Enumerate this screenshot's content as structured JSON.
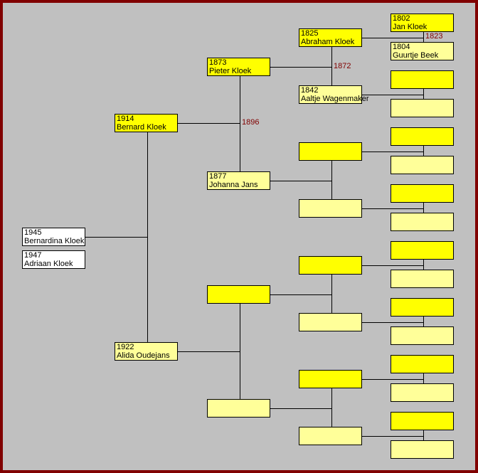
{
  "colors": {
    "father": "#ffff00",
    "mother": "#ffff99",
    "child": "#ffffff",
    "marriage_year": "#800000",
    "frame": "#800000",
    "background": "#c0c0c0"
  },
  "children": [
    {
      "year": "1945",
      "name": "Bernardina Kloek"
    },
    {
      "year": "1947",
      "name": "Adriaan Kloek"
    }
  ],
  "ancestors": {
    "gen1": [
      {
        "year": "1914",
        "name": "Bernard Kloek",
        "role": "father"
      },
      {
        "year": "1922",
        "name": "Alida Oudejans",
        "role": "mother"
      }
    ],
    "gen2": [
      {
        "year": "1873",
        "name": "Pieter Kloek",
        "role": "father"
      },
      {
        "year": "1877",
        "name": "Johanna Jans",
        "role": "mother"
      },
      {
        "year": "",
        "name": "",
        "role": "father"
      },
      {
        "year": "",
        "name": "",
        "role": "mother"
      }
    ],
    "gen3": [
      {
        "year": "1825",
        "name": "Abraham Kloek",
        "role": "father"
      },
      {
        "year": "1842",
        "name": "Aaltje Wagenmaker",
        "role": "mother"
      },
      {
        "year": "",
        "name": "",
        "role": "father"
      },
      {
        "year": "",
        "name": "",
        "role": "mother"
      },
      {
        "year": "",
        "name": "",
        "role": "father"
      },
      {
        "year": "",
        "name": "",
        "role": "mother"
      },
      {
        "year": "",
        "name": "",
        "role": "father"
      },
      {
        "year": "",
        "name": "",
        "role": "mother"
      }
    ],
    "gen4": [
      {
        "year": "1802",
        "name": "Jan Kloek",
        "role": "father"
      },
      {
        "year": "1804",
        "name": "Guurtje Beek",
        "role": "mother"
      },
      {
        "year": "",
        "name": "",
        "role": "father"
      },
      {
        "year": "",
        "name": "",
        "role": "mother"
      },
      {
        "year": "",
        "name": "",
        "role": "father"
      },
      {
        "year": "",
        "name": "",
        "role": "mother"
      },
      {
        "year": "",
        "name": "",
        "role": "father"
      },
      {
        "year": "",
        "name": "",
        "role": "mother"
      },
      {
        "year": "",
        "name": "",
        "role": "father"
      },
      {
        "year": "",
        "name": "",
        "role": "mother"
      },
      {
        "year": "",
        "name": "",
        "role": "father"
      },
      {
        "year": "",
        "name": "",
        "role": "mother"
      },
      {
        "year": "",
        "name": "",
        "role": "father"
      },
      {
        "year": "",
        "name": "",
        "role": "mother"
      },
      {
        "year": "",
        "name": "",
        "role": "father"
      },
      {
        "year": "",
        "name": "",
        "role": "mother"
      }
    ]
  },
  "marriages": {
    "gen1": [
      "1896",
      ""
    ],
    "gen2": [
      "1872",
      "",
      "",
      ""
    ],
    "gen3": [
      "1823",
      "",
      "",
      "",
      "",
      "",
      "",
      ""
    ]
  }
}
